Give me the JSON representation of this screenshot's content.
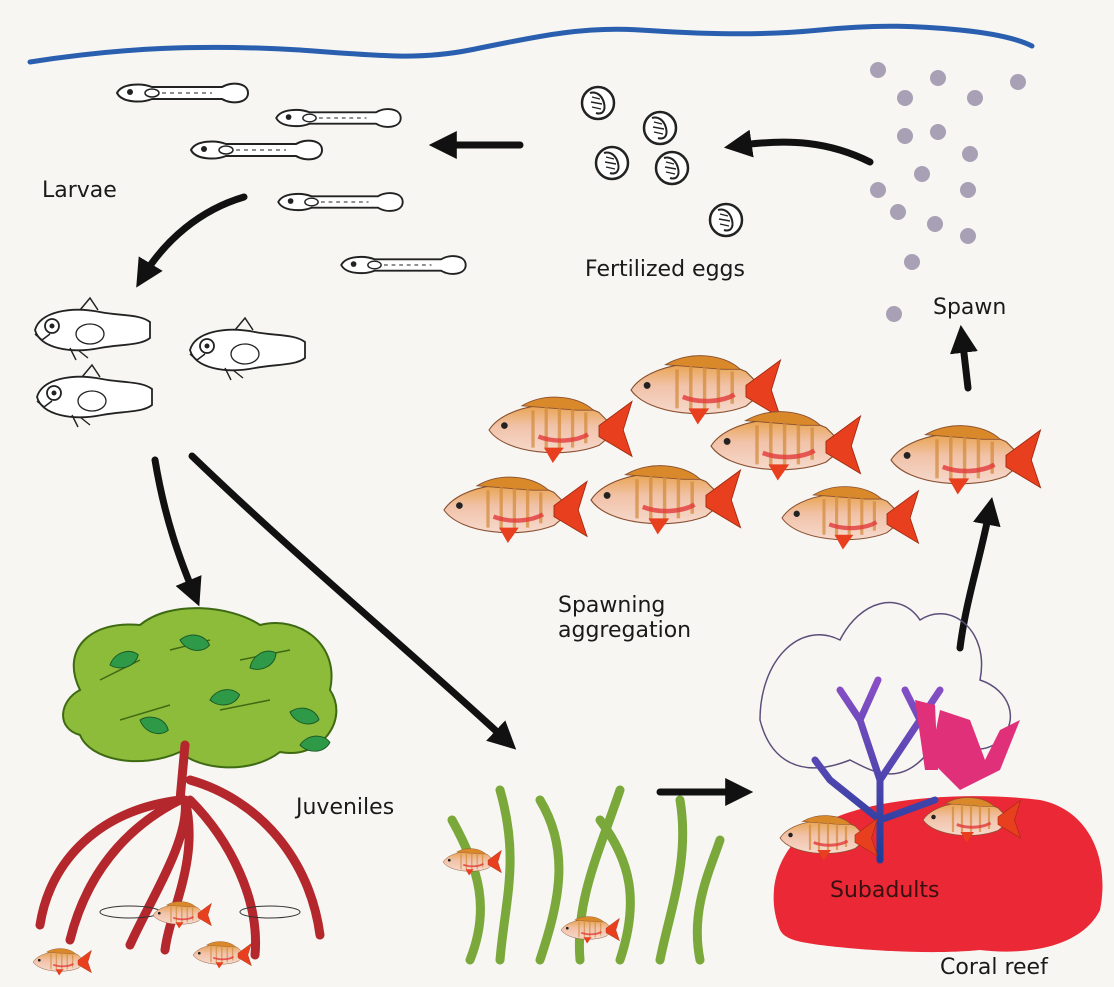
{
  "title": "",
  "stages": {
    "larvae": "Larvae",
    "fertilized_eggs": "Fertilized eggs",
    "spawn": "Spawn",
    "spawning_aggregation_line1": "Spawning",
    "spawning_aggregation_line2": "aggregation",
    "juveniles": "Juveniles",
    "subadults": "Subadults",
    "coral_reef": "Coral reef"
  },
  "colors": {
    "water_line": "#2a5fb0",
    "fish_body": "#e9a489",
    "fish_stripe": "#d98a2a",
    "fish_tail": "#e8401e",
    "mangrove_leaf": "#8dbb3a",
    "mangrove_root": "#b3272d",
    "seagrass": "#7aa83a",
    "coral": "#ea2836",
    "sea_fan": "#5a2c9c",
    "pink_coral": "#e0307a",
    "spawn_dot": "#a8a0b4"
  }
}
